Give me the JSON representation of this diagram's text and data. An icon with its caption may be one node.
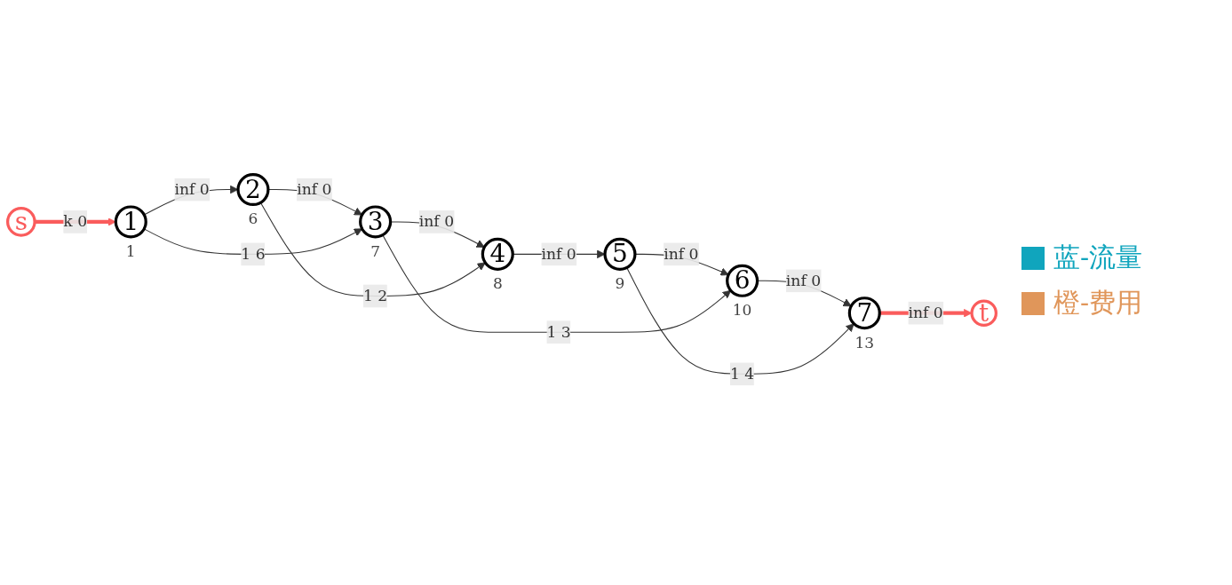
{
  "diagram": {
    "nodes": [
      {
        "text": [
          "1"
        ],
        "beside": [
          "1"
        ]
      },
      {
        "text": [
          "2"
        ],
        "beside": [
          "6"
        ]
      },
      {
        "text": [
          "3"
        ],
        "beside": [
          "7"
        ]
      },
      {
        "text": [
          "4"
        ],
        "beside": [
          "8"
        ]
      },
      {
        "text": [
          "5"
        ],
        "beside": [
          "9"
        ]
      },
      {
        "text": [
          "6"
        ],
        "beside": [
          "10"
        ]
      },
      {
        "text": [
          "7"
        ],
        "beside": [
          "13"
        ]
      },
      {
        "text": [
          "s"
        ]
      },
      {
        "text": [
          "t"
        ]
      }
    ],
    "edges": [
      {
        "from": 7,
        "to": 0,
        "arrow": "to",
        "label": "k 0",
        "style": "thick",
        "color": "#fa5c5c"
      },
      {
        "from": 0,
        "to": 1,
        "arrow": "to",
        "label": "inf 0"
      },
      {
        "from": 1,
        "to": 2,
        "arrow": "to",
        "label": "inf 0"
      },
      {
        "from": 2,
        "to": 3,
        "arrow": "to",
        "label": "inf 0"
      },
      {
        "from": 3,
        "to": 4,
        "arrow": "to",
        "label": "inf 0"
      },
      {
        "from": 4,
        "to": 5,
        "arrow": "to",
        "label": "inf 0"
      },
      {
        "from": 5,
        "to": 6,
        "arrow": "to",
        "label": "inf 0"
      },
      {
        "from": 6,
        "to": 8,
        "arrow": "to",
        "label": "inf 0",
        "style": "thick",
        "color": "#fa5c5c"
      },
      {
        "from": 0,
        "to": 2,
        "arrow": "to",
        "label": "1 6"
      },
      {
        "from": 2,
        "to": 5,
        "arrow": "to",
        "label": "1 3"
      },
      {
        "from": 1,
        "to": 3,
        "arrow": "to",
        "label": "1 2"
      },
      {
        "from": 4,
        "to": 6,
        "arrow": "to",
        "label": "1 4"
      }
    ],
    "legend": [
      {
        "text": "蓝-流量",
        "color": "#10a5bd"
      },
      {
        "text": "橙-费用",
        "color": "#e0965a"
      }
    ]
  }
}
